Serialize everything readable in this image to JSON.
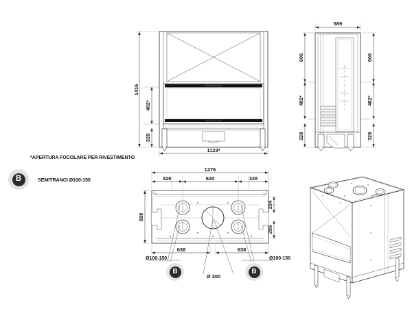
{
  "legend": {
    "note": "*APERTURA FOCOLARE PER RIVESTIMENTO",
    "badge_letter": "B",
    "badge_label": "SEMITRANCI Ø100-150"
  },
  "views": {
    "front": {
      "name": "front-elevation",
      "dimensions": {
        "total_height": "1416",
        "opening_height": "482*",
        "base_height": "328",
        "opening_width": "1123*"
      }
    },
    "side": {
      "name": "side-elevation",
      "dimensions": {
        "depth": "589",
        "upper_left": "606",
        "middle_left": "482*",
        "lower_left": "328",
        "upper_right": "606",
        "middle_right": "482*",
        "lower_right": "328"
      }
    },
    "plan": {
      "name": "plan-view",
      "dimensions": {
        "total_width": "1276",
        "left_segment": "328",
        "center_segment": "620",
        "right_segment": "328",
        "depth": "589",
        "right_upper": "204",
        "right_lower": "295",
        "bottom_left": "638",
        "bottom_right": "638"
      },
      "callouts": {
        "left_flue": "Ø100-150",
        "right_flue": "Ø100-150",
        "center_flue": "Ø 200",
        "badge_left": "B",
        "badge_right": "B"
      }
    },
    "isometric": {
      "name": "isometric-view"
    }
  },
  "colors": {
    "line": "#2b2b2b",
    "thin_line": "#6b6b6b",
    "fill_light": "#f2f2f2",
    "badge_ring": "#e2e2e2",
    "badge_core": "#2b2b2b",
    "text": "#151515"
  }
}
